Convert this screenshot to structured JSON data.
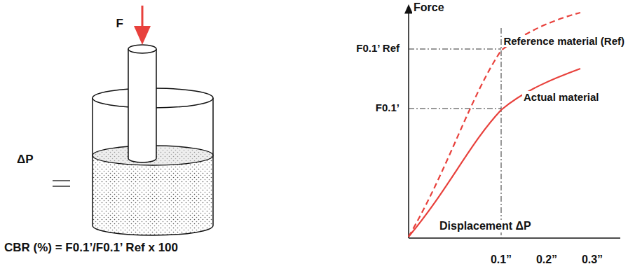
{
  "diagram": {
    "labels": [
      "F",
      "ΔP",
      "CBR (%) = F0.1’/F0.1’ Ref x 100",
      "Force",
      "F0.1’ Ref",
      "F0.1’",
      "Reference material (Ref)",
      "Actual material",
      "Displacement ΔP",
      "0.1”",
      "0.2”",
      "0.3”"
    ]
  }
}
